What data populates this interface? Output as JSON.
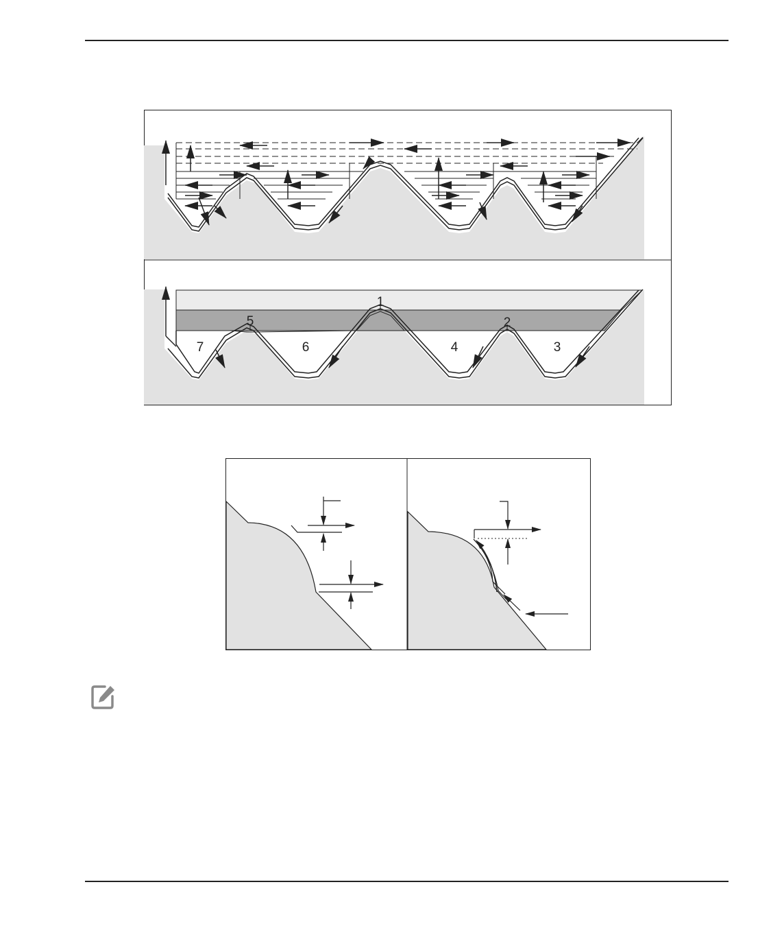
{
  "figure_top": {
    "region_labels": [
      "1",
      "5",
      "2",
      "7",
      "6",
      "4",
      "3"
    ],
    "colors": {
      "stock": "#e2e2e2",
      "band_light": "#ececec",
      "band_dark": "#a8a8a8",
      "line": "#222222"
    }
  },
  "figure_bottom": {
    "colors": {
      "stock": "#e2e2e2",
      "line": "#222222"
    }
  },
  "icons": {
    "note": "note-edit-icon"
  }
}
